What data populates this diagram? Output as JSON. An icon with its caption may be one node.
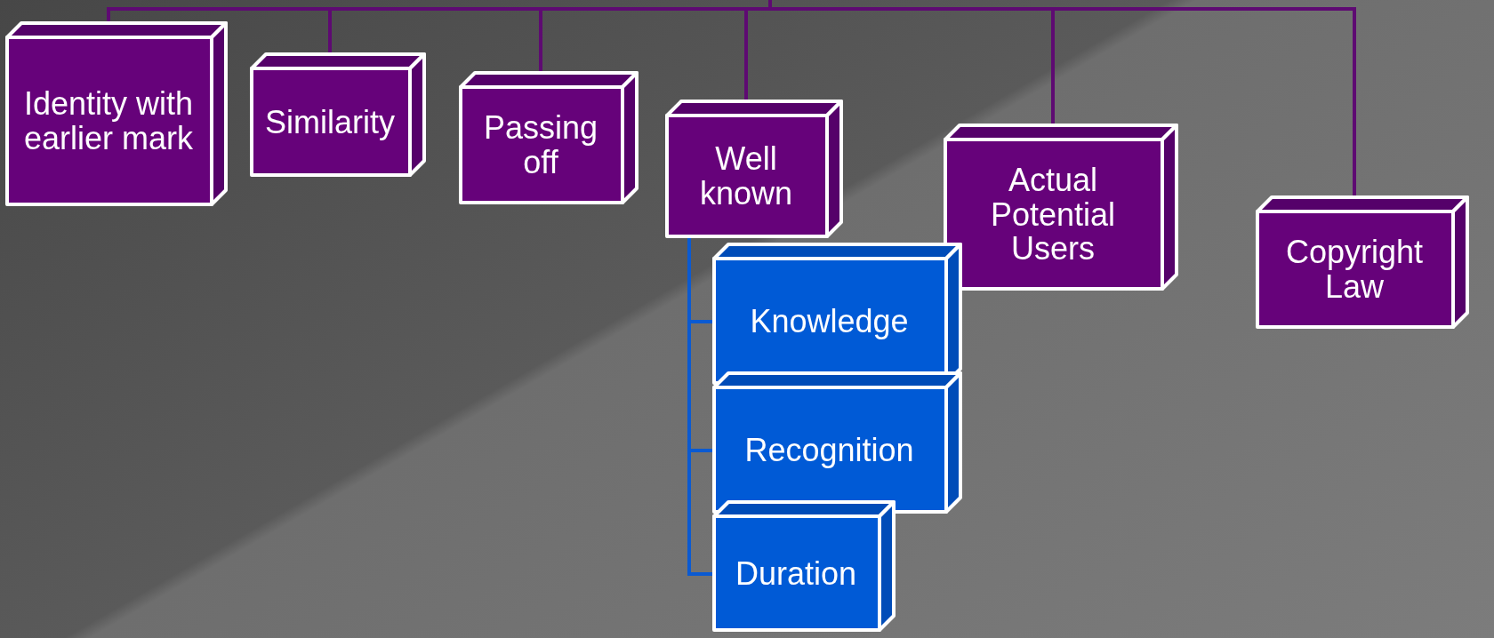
{
  "diagram": {
    "nodes": [
      {
        "text": [
          "Identity with earlier mark"
        ]
      },
      {
        "text": [
          "Similarity"
        ]
      },
      {
        "text": [
          "Passing off"
        ]
      },
      {
        "text": [
          "Well known"
        ]
      },
      {
        "text": [
          "Actual Potential Users"
        ]
      },
      {
        "text": [
          "Copyright Law"
        ]
      },
      {
        "text": [
          "Knowledge"
        ]
      },
      {
        "text": [
          "Recognition"
        ]
      },
      {
        "text": [
          "Duration"
        ]
      }
    ],
    "edges": [
      {
        "from": null,
        "to": 0,
        "arrow": "none"
      },
      {
        "from": null,
        "to": 1,
        "arrow": "none"
      },
      {
        "from": null,
        "to": 2,
        "arrow": "none"
      },
      {
        "from": null,
        "to": 3,
        "arrow": "none"
      },
      {
        "from": null,
        "to": 4,
        "arrow": "none"
      },
      {
        "from": null,
        "to": 5,
        "arrow": "none"
      },
      {
        "from": 3,
        "to": 6,
        "arrow": "none",
        "color": "#0a5ad2"
      },
      {
        "from": 3,
        "to": 7,
        "arrow": "none",
        "color": "#0a5ad2"
      },
      {
        "from": 3,
        "to": 8,
        "arrow": "none",
        "color": "#0a5ad2"
      }
    ]
  }
}
